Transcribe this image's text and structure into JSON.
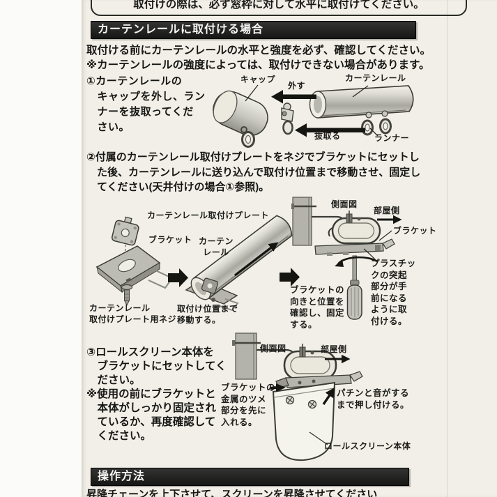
{
  "colors": {
    "paper": "#f1efe7",
    "bar": "#1e1e1c",
    "ink": "#1a1a18"
  },
  "top_note": {
    "text": "取付けの際は、必ず窓枠に対して水平に取付けてください。"
  },
  "rail_section": {
    "title": "カーテンレールに取付ける場合",
    "intro1": "取付ける前にカーテンレールの水平と強度を必ず、確認してください。",
    "intro2": "※カーテンレールの強度によっては、取付けできない場合があります。",
    "step1": {
      "text": "①カーテンレールの\n　キャップを外し、ラン\n　ナーを抜取ってくだ\n　さい。",
      "labels": {
        "cap": "キャップ",
        "remove": "外す",
        "rail": "カーテンレール",
        "pull": "抜取る",
        "runner": "ランナー"
      }
    },
    "step2": {
      "text": "②付属のカーテンレール取付けプレートをネジでブラケットにセットし\n　た後、カーテンレールに送り込んで取付け位置まで移動させ、固定し\n　てください(天井付けの場合①参照)。",
      "labels": {
        "plate": "カーテンレール取付けプレート",
        "bracket_left": "ブラケット",
        "rail_two_line": "カーテン\nレール",
        "plate_screw": "カーテンレール\n取付けプレート用ネジ",
        "move": "取付け位置まで\n移動する。",
        "side_view": "側面図",
        "room_side": "部屋側",
        "bracket_right": "ブラケット",
        "fix": "ブラケットの\n向きと位置を\n確認し、固定\nする。",
        "plastic": "プラスチッ\nクの突起\n部分が手\n前になる\nように取\n付ける。"
      }
    },
    "step3": {
      "text": "③ロールスクリーン本体を\n　ブラケットにセットしてく\n　ださい。\n※使用の前にブラケットと\n　本体がしっかり固定され\n　ているか、再度確認して\n　ください。",
      "labels": {
        "side_view": "側面図",
        "room_side": "部屋側",
        "claw": "ブラケットの\n金属のツメ\n部分を先に\n入れる。",
        "click": "パチンと音がする\nまで押し付ける。",
        "body": "ロールスクリーン本体"
      }
    }
  },
  "operation_section": {
    "title": "操作方法",
    "line1": "昇降チェーンを上下させて、スクリーンを昇降させてください"
  }
}
